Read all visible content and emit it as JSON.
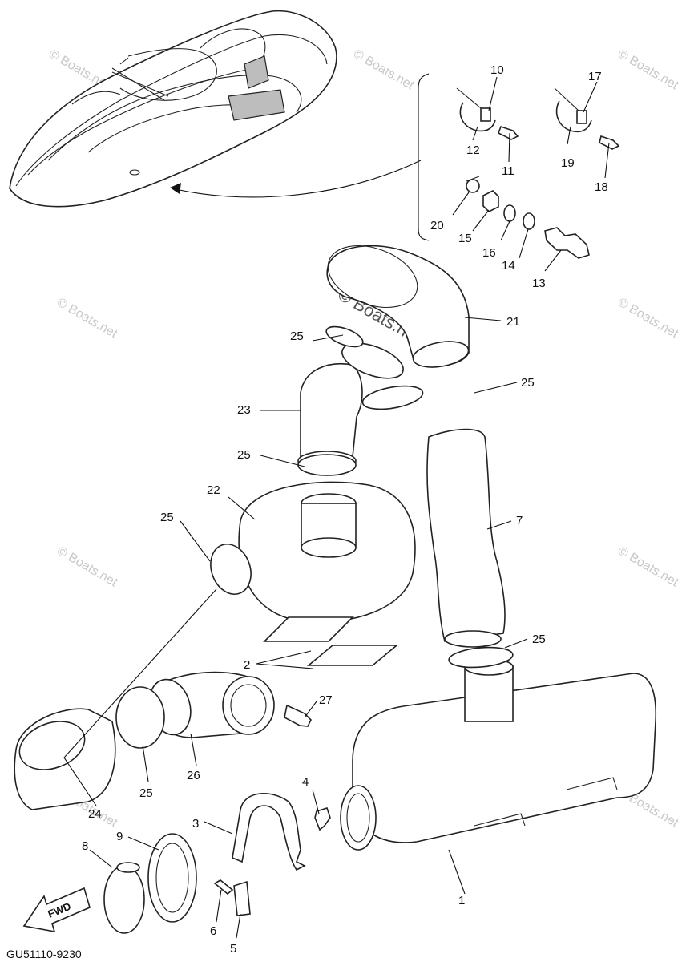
{
  "diagram": {
    "code": "GU51110-9230",
    "watermark": "© Boats.net",
    "fwd_label": "FWD",
    "callouts": [
      "1",
      "2",
      "3",
      "4",
      "5",
      "6",
      "7",
      "8",
      "9",
      "10",
      "11",
      "12",
      "13",
      "14",
      "15",
      "16",
      "17",
      "18",
      "19",
      "20",
      "21",
      "22",
      "23",
      "24",
      "25",
      "26",
      "27"
    ],
    "hose_clamp_label": "25",
    "repeat_labels": {
      "p25b": "25",
      "p25c": "25",
      "p25d": "25",
      "p25e": "25",
      "p25f": "25"
    }
  }
}
